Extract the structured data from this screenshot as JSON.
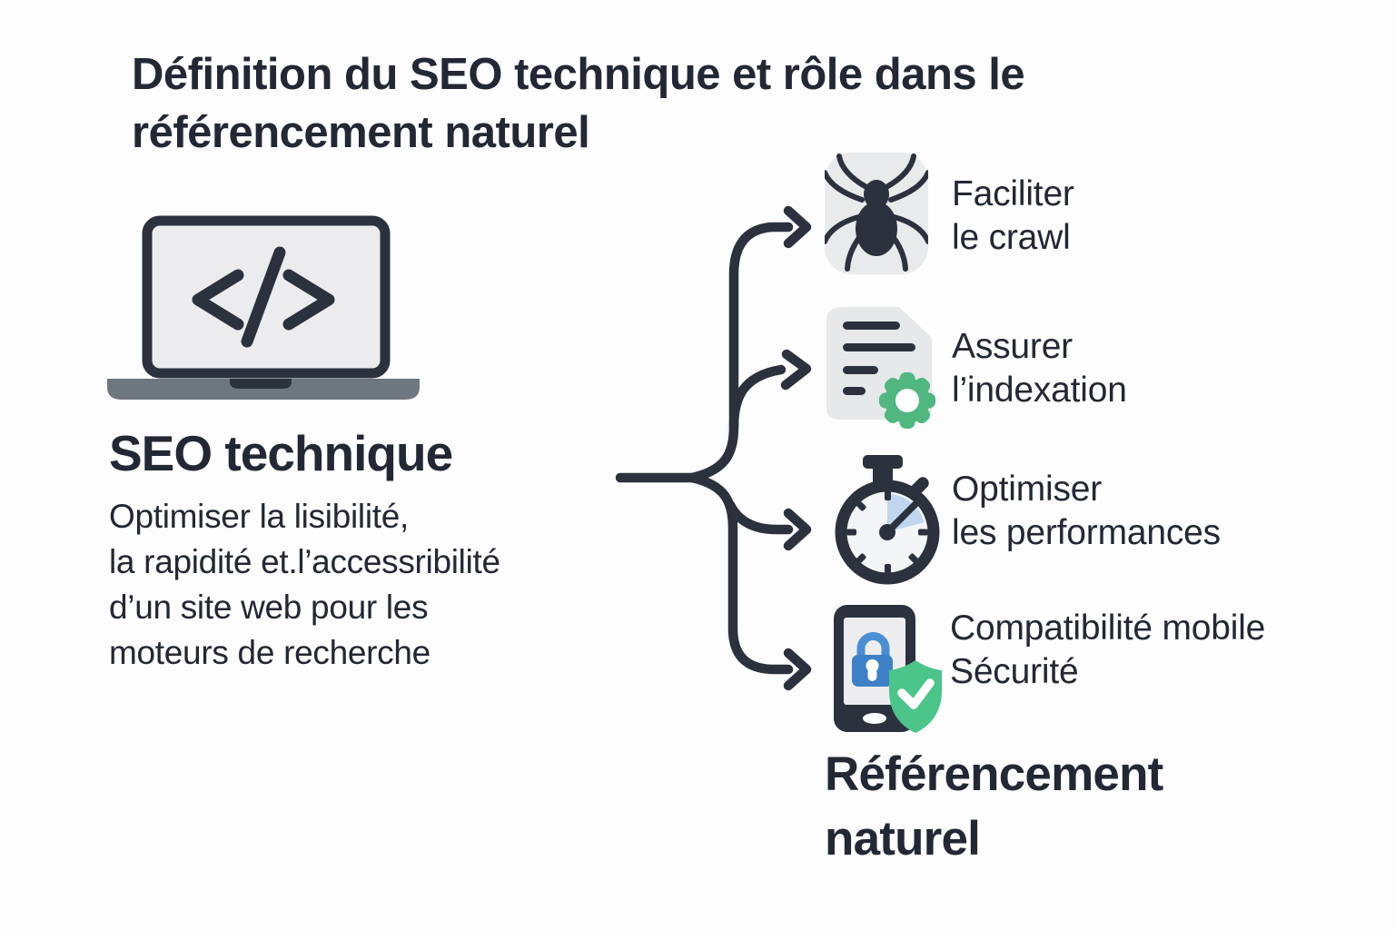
{
  "title": {
    "line1": "Définition du SEO technique et rôle dans le",
    "line2": "référencement naturel"
  },
  "source": {
    "icon": "laptop-code-icon",
    "heading": "SEO technique",
    "description": {
      "line1": "Optimiser la lisibilité,",
      "line2": "la rapidité et.l’accessribilité",
      "line3": "d’un site web pour les",
      "line4": "moteurs de recherche"
    }
  },
  "branches": [
    {
      "icon": "spider-crawler-icon",
      "line1": "Faciliter",
      "line2": "le crawl"
    },
    {
      "icon": "document-gear-icon",
      "line1": "Assurer",
      "line2": "l’indexation"
    },
    {
      "icon": "stopwatch-icon",
      "line1": "Optimiser",
      "line2": "les performances"
    },
    {
      "icon": "mobile-lock-shield-icon",
      "line1": "Compatibilité mobile",
      "line2": "Sécurité"
    }
  ],
  "target": {
    "heading_line1": "Référencement",
    "heading_line2": "naturel"
  },
  "colors": {
    "ink": "#2b323e",
    "text": "#222834",
    "icon_bg": "#e9eaec",
    "laptop_screen": "#ececee",
    "laptop_base": "#6e7680",
    "doc_fill": "#e7e8ea",
    "gear_green": "#4fb77f",
    "shield_green": "#4cc58a",
    "lock_blue": "#3d80c6",
    "wedge_blue": "#c0d6ee",
    "watch_face": "#f4f5f7",
    "background": "#fdfdfe"
  }
}
